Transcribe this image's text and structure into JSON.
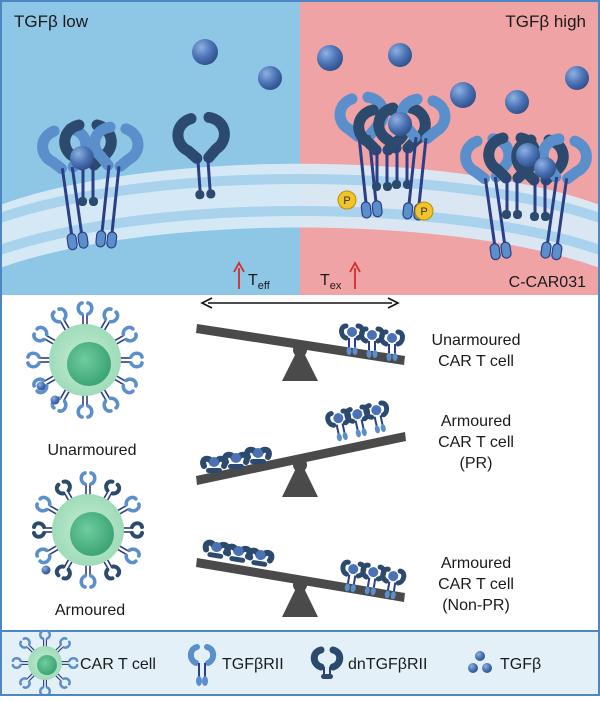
{
  "top": {
    "left_label": "TGFβ low",
    "right_label": "TGFβ high",
    "teff": {
      "main": "T",
      "sub": "eff"
    },
    "tex": {
      "main": "T",
      "sub": "ex"
    },
    "product_label": "C-CAR031",
    "phospho_label": "P"
  },
  "middle": {
    "left_cells": [
      {
        "label": "Unarmoured"
      },
      {
        "label": "Armoured"
      }
    ],
    "rows": [
      {
        "lines": [
          "Unarmoured",
          "CAR T cell"
        ]
      },
      {
        "lines": [
          "Armoured",
          "CAR T cell",
          "(PR)"
        ]
      },
      {
        "lines": [
          "Armoured",
          "CAR T cell",
          "(Non-PR)"
        ]
      }
    ]
  },
  "legend": {
    "items": [
      {
        "icon": "car-t-cell-icon",
        "label": "CAR T cell"
      },
      {
        "icon": "tgfbrii-receptor-icon",
        "label": "TGFβRII"
      },
      {
        "icon": "dn-tgfbrii-receptor-icon",
        "label": "dnTGFβRII"
      },
      {
        "icon": "tgfb-ligand-icon",
        "label": "TGFβ"
      }
    ]
  },
  "colors": {
    "left_bg": "#8ec6e6",
    "right_bg": "#f0a3a5",
    "receptor_light": "#5a8fcb",
    "receptor_dark": "#2b4a6e",
    "ligand": "#4a72b4",
    "phospho": "#f2c428",
    "frame": "#4b87c4",
    "seesaw": "#4a4a4a",
    "arrow_red": "#d62b2b"
  }
}
